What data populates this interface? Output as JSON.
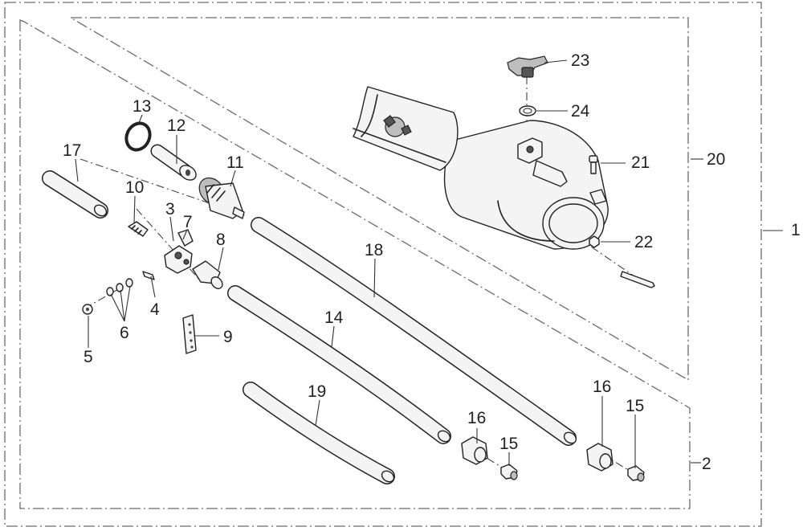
{
  "callouts": {
    "n1": "1",
    "n2": "2",
    "n3": "3",
    "n4": "4",
    "n5": "5",
    "n6": "6",
    "n7": "7",
    "n8": "8",
    "n9": "9",
    "n10": "10",
    "n11": "11",
    "n12": "12",
    "n13": "13",
    "n14": "14",
    "n15a": "15",
    "n15b": "15",
    "n16a": "16",
    "n16b": "16",
    "n17": "17",
    "n18": "18",
    "n19": "19",
    "n20": "20",
    "n21": "21",
    "n22": "22",
    "n23": "23",
    "n24": "24"
  }
}
